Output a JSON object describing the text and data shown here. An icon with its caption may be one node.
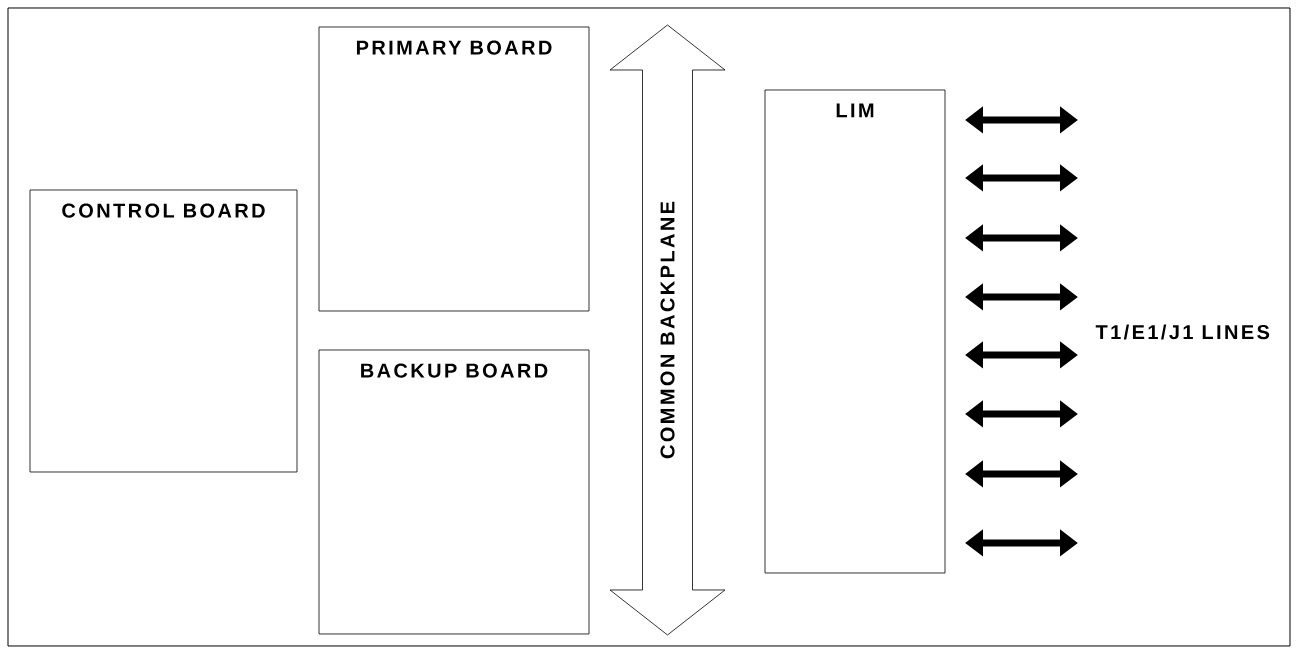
{
  "diagram": {
    "nodes": [
      {
        "text": [
          "CONTROL BOARD"
        ]
      },
      {
        "text": [
          "PRIMARY BOARD"
        ]
      },
      {
        "text": [
          "BACKUP BOARD"
        ]
      },
      {
        "text": [
          "COMMON BACKPLANE"
        ]
      },
      {
        "text": [
          "LIM"
        ]
      }
    ],
    "labels": [
      "T1/E1/J1 LINES"
    ]
  }
}
